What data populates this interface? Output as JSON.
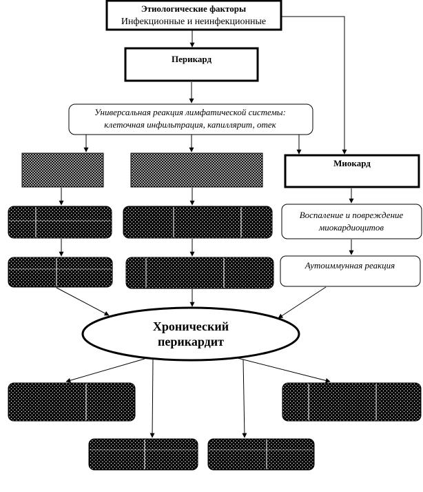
{
  "etiology": {
    "title": "Этиологические факторы",
    "subtitle": "Инфекционные и неинфекционные"
  },
  "pericardium": {
    "label": "Перикард"
  },
  "lymph": {
    "line1": "Универсальная реакция лимфатической системы:",
    "line2": "клеточная инфильтрация, капиллярит, отек"
  },
  "myocardium": {
    "label": "Миокард"
  },
  "myo_damage": {
    "line1": "Воспаление и повреждение",
    "line2": "миокардиоцитов"
  },
  "autoimmune": {
    "label": "Аутоиммунная реакция"
  },
  "chronic": {
    "line1": "Хронический",
    "line2": "перикардит"
  },
  "colors": {
    "stroke": "#000000",
    "background": "#ffffff",
    "obscured_fill": "#000000"
  }
}
